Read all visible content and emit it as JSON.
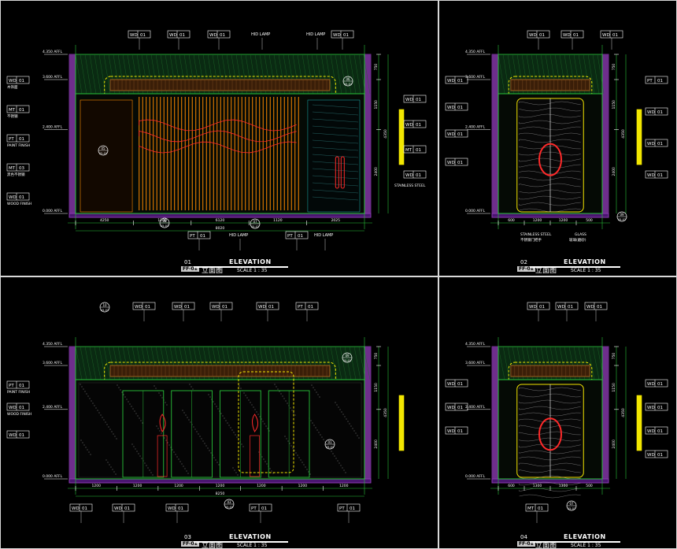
{
  "drawings": [
    {
      "id": "01",
      "sheet": "FF-01",
      "title": "ELEVATION",
      "title_cn": "立面图",
      "scale": "SCALE 1 : 35",
      "dims_bottom": [
        "4250",
        "1100",
        "6120",
        "1120",
        "2025"
      ],
      "dims_bottom_sub": [
        "8020"
      ],
      "dims_right": [
        "750",
        "1150",
        "2400",
        "4350"
      ],
      "levels": [
        "4.350 AFFL",
        "3.600 AFFL",
        "2.400 AFFL",
        "0.000 AFFL"
      ],
      "left_tags": [
        {
          "code": "WD 01",
          "cn": "木饰面"
        },
        {
          "code": "MT 01",
          "cn": "不锈钢"
        },
        {
          "code": "PT 01",
          "cn": "PAINT FINISH"
        },
        {
          "code": "MT 03",
          "cn": "黑色不锈钢"
        },
        {
          "code": "WD 01",
          "cn": "WOOD FINISH"
        }
      ],
      "top_tags": [
        "WD 01",
        "WD 01",
        "HID LAMP",
        "WD 01",
        "HID LAMP",
        "WD 01"
      ],
      "bottom_tags": [
        "PT 01",
        "HID LAMP",
        "PT 01",
        "HID LAMP"
      ],
      "right_tags": [
        "WD 01",
        "WD 01",
        "MT 01",
        "WD 01",
        "STAINLESS STEEL"
      ],
      "section_marks": [
        "05 05-01",
        "06 05-02",
        "07 05-02",
        "08 05-03"
      ]
    },
    {
      "id": "02",
      "sheet": "FF-01",
      "title": "ELEVATION",
      "title_cn": "立面图",
      "scale": "SCALE 1 : 35",
      "dims_bottom": [
        "600",
        "1200",
        "1200",
        "500"
      ],
      "dims_right": [
        "750",
        "1150",
        "2400",
        "4350"
      ],
      "levels": [
        "4.350 AFFL",
        "3.600 AFFL",
        "2.400 AFFL",
        "0.000 AFFL"
      ],
      "top_tags": [
        "WD 01",
        "WD 01",
        "WD 01"
      ],
      "bottom_tags": [
        "STAINLESS STEEL",
        "GLASS"
      ],
      "bottom_cn": [
        "不锈钢门把手",
        "玻璃(磨砂)"
      ],
      "section_marks": [
        "09 05-02"
      ]
    },
    {
      "id": "03",
      "sheet": "FF-01",
      "title": "ELEVATION",
      "title_cn": "立面图",
      "scale": "SCALE 1 : 35",
      "dims_bottom": [
        "1200",
        "1200",
        "1200",
        "1200",
        "1200",
        "1200",
        "1200"
      ],
      "dims_bottom_sub": [
        "8250"
      ],
      "dims_right": [
        "750",
        "1150",
        "2400",
        "4350"
      ],
      "levels": [
        "4.350 AFFL",
        "3.600 AFFL",
        "2.400 AFFL",
        "0.000 AFFL"
      ],
      "top_tags": [
        "WD 01",
        "WD 01",
        "WD 01",
        "WD 01",
        "PT 01"
      ],
      "bottom_tags": [
        "WD 01",
        "WD 01",
        "WD 01",
        "PT 01",
        "PT 01"
      ],
      "section_marks": [
        "10 05-02",
        "09 05-01",
        "01 05-01",
        "03 05-01"
      ]
    },
    {
      "id": "04",
      "sheet": "FF-01",
      "title": "ELEVATION",
      "title_cn": "立面图",
      "scale": "SCALE 1 : 35",
      "dims_bottom": [
        "600",
        "1300",
        "1300",
        "500"
      ],
      "dims_right": [
        "750",
        "1150",
        "2400",
        "4350"
      ],
      "levels": [
        "4.350 AFFL",
        "3.600 AFFL",
        "2.400 AFFL",
        "0.000 AFFL"
      ],
      "top_tags": [
        "WD 01",
        "WD 01",
        "WD 01"
      ],
      "bottom_tags": [
        "MT 01"
      ],
      "section_marks": [
        "07 05-02"
      ]
    }
  ],
  "colors": {
    "frame": "#d8d8d8",
    "purple": "#8a3ab0",
    "green": "#29c43a",
    "yellow": "#f2e600",
    "orange": "#ff8a00",
    "red": "#ff2a2a",
    "cyan": "#25e0e0",
    "magenta": "#e040e0",
    "white": "#ffffff",
    "blue": "#3b6bff",
    "brown": "#a06020"
  }
}
